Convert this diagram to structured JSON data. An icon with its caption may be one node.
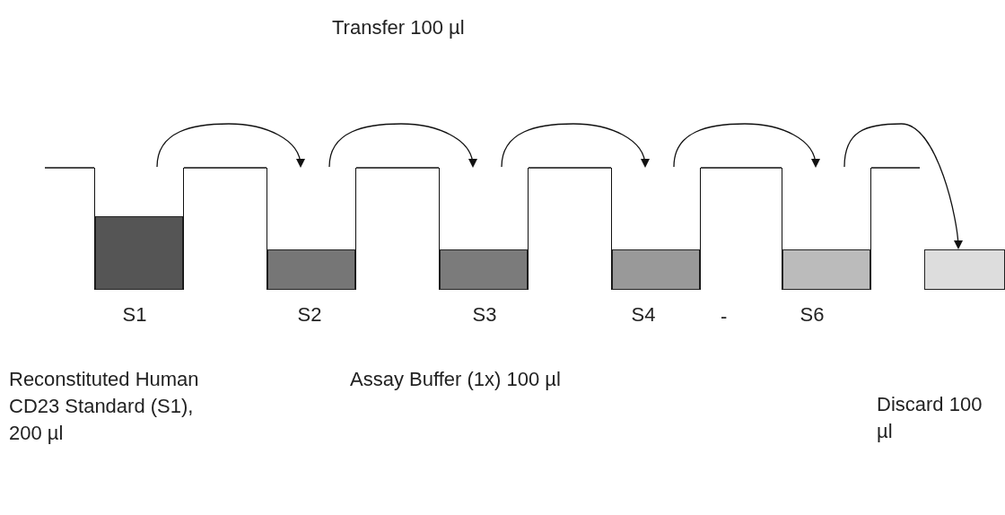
{
  "diagram": {
    "title": "Transfer 100 µl",
    "nodes": [
      {
        "text": [],
        "shape": "box",
        "beside": [
          "S1"
        ]
      },
      {
        "text": [],
        "shape": "box",
        "beside": [
          "S2"
        ]
      },
      {
        "text": [],
        "shape": "box",
        "beside": [
          "S3"
        ]
      },
      {
        "text": [],
        "shape": "box",
        "beside": [
          "S4"
        ]
      },
      {
        "text": [],
        "shape": "box",
        "beside": [
          "S6"
        ]
      },
      {
        "text": [],
        "shape": "box"
      }
    ],
    "edges": [
      {
        "from": 0,
        "to": 1,
        "arrow": "to"
      },
      {
        "from": 1,
        "to": 2,
        "arrow": "to"
      },
      {
        "from": 2,
        "to": 3,
        "arrow": "to"
      },
      {
        "from": 3,
        "to": 4,
        "arrow": "to"
      },
      {
        "from": 4,
        "to": 5,
        "arrow": "to"
      }
    ],
    "labels": [
      "-",
      "Reconstituted Human CD23 Standard (S1), 200 µl",
      "Assay Buffer (1x) 100 µl",
      "Discard 100 µl"
    ]
  }
}
